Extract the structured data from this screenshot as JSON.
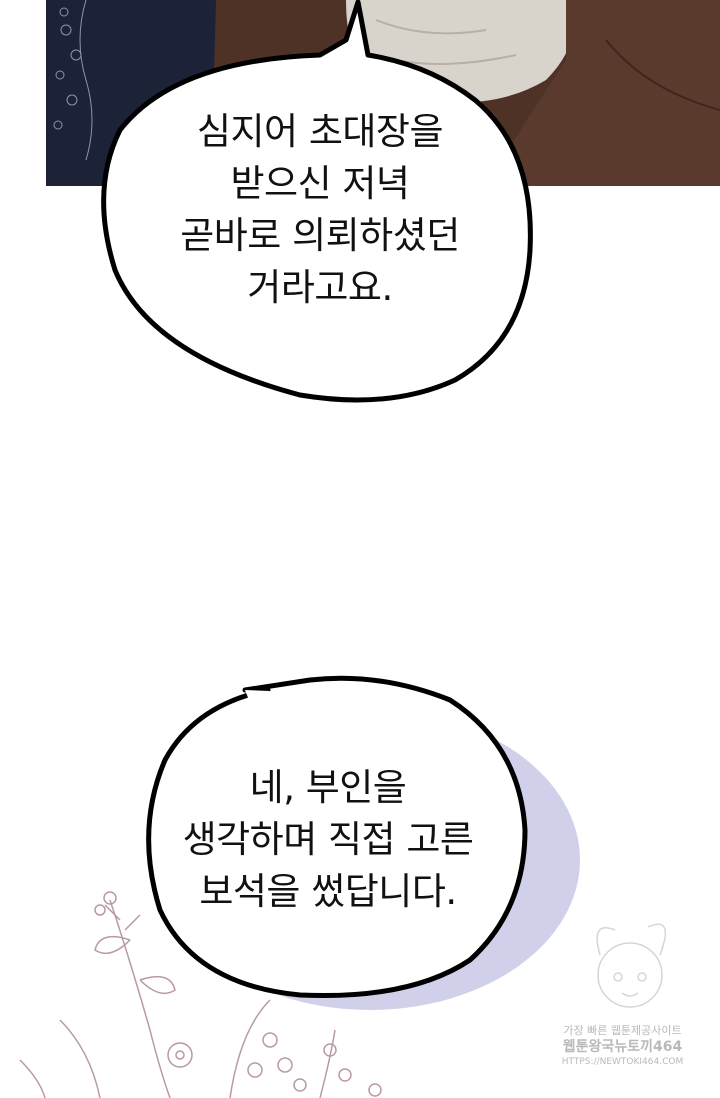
{
  "bubbles": [
    {
      "lines": "심지어 초대장을\n받으신 저녁\n곧바로 의뢰하셨던\n거라고요."
    },
    {
      "lines": "네, 부인을\n생각하며 직접 고른\n보석을 썼답니다."
    }
  ],
  "watermark": {
    "line1": "가장 빠른 웹툰제공사이트",
    "line2": "웹툰왕국뉴토끼464",
    "line3": "HTTPS://NEWTOKI464.COM"
  },
  "colors": {
    "panel_dark": "#1c2338",
    "panel_brown": "#5a3a2c",
    "bubble_shadow": "#c9c8e6",
    "flower_line": "#b99aa3"
  }
}
